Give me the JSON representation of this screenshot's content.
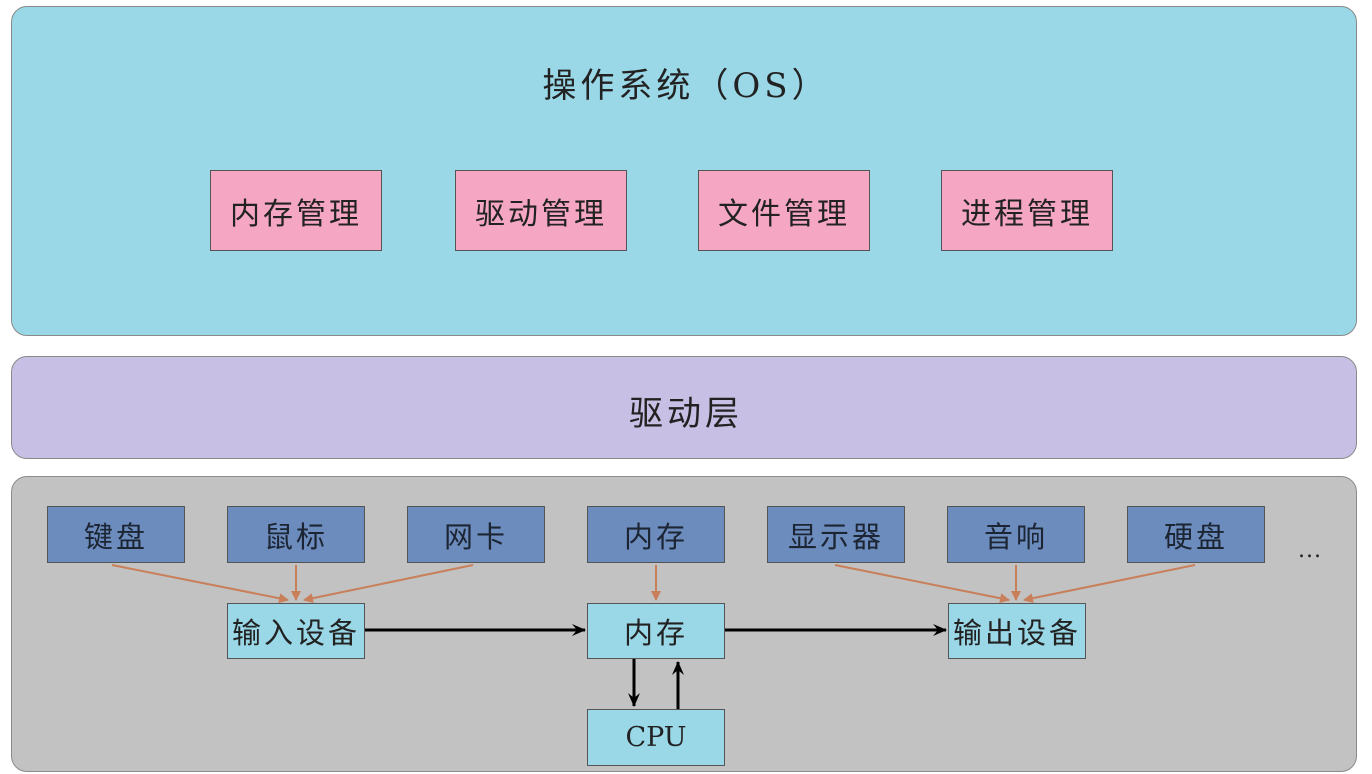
{
  "os": {
    "title": "操作系统（OS）",
    "modules": [
      "内存管理",
      "驱动管理",
      "文件管理",
      "进程管理"
    ]
  },
  "driver_layer": {
    "title": "驱动层"
  },
  "hardware": {
    "devices": [
      "键盘",
      "鼠标",
      "网卡",
      "内存",
      "显示器",
      "音响",
      "硬盘"
    ],
    "more": "...",
    "input_device": "输入设备",
    "memory": "内存",
    "output_device": "输出设备",
    "cpu": "CPU"
  },
  "colors": {
    "os_bg": "#9ad8e8",
    "driver_bg": "#c8bfe4",
    "hardware_bg": "#c2c2c2",
    "module_box": "#f5a6c2",
    "device_box": "#6d8cbe",
    "brown_arrow": "#c87f5a",
    "black_arrow": "#000000"
  }
}
